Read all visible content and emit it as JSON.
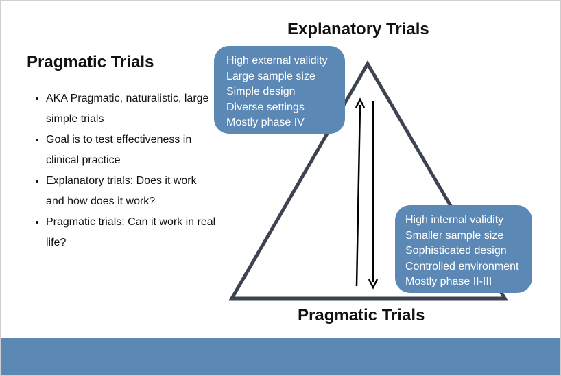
{
  "left_panel": {
    "title": "Pragmatic Trials",
    "bullets": [
      "AKA Pragmatic, naturalistic, large simple trials",
      "Goal is to test effectiveness in clinical practice",
      "Explanatory trials: Does it work and how does it work?",
      "Pragmatic trials: Can it work in real life?"
    ]
  },
  "diagram": {
    "top_label": "Explanatory Trials",
    "bottom_label": "Pragmatic Trials",
    "top_box_lines": [
      "High external validity",
      "Large sample size",
      "Simple design",
      "Diverse settings",
      "Mostly phase IV"
    ],
    "bottom_box_lines": [
      "High internal validity",
      "Smaller sample size",
      "Sophisticated design",
      "Controlled environment",
      "Mostly phase II-III"
    ]
  },
  "colors": {
    "box_fill": "#5b88b4",
    "triangle_stroke": "#3d4350",
    "footer_bar": "#5b88b4"
  }
}
